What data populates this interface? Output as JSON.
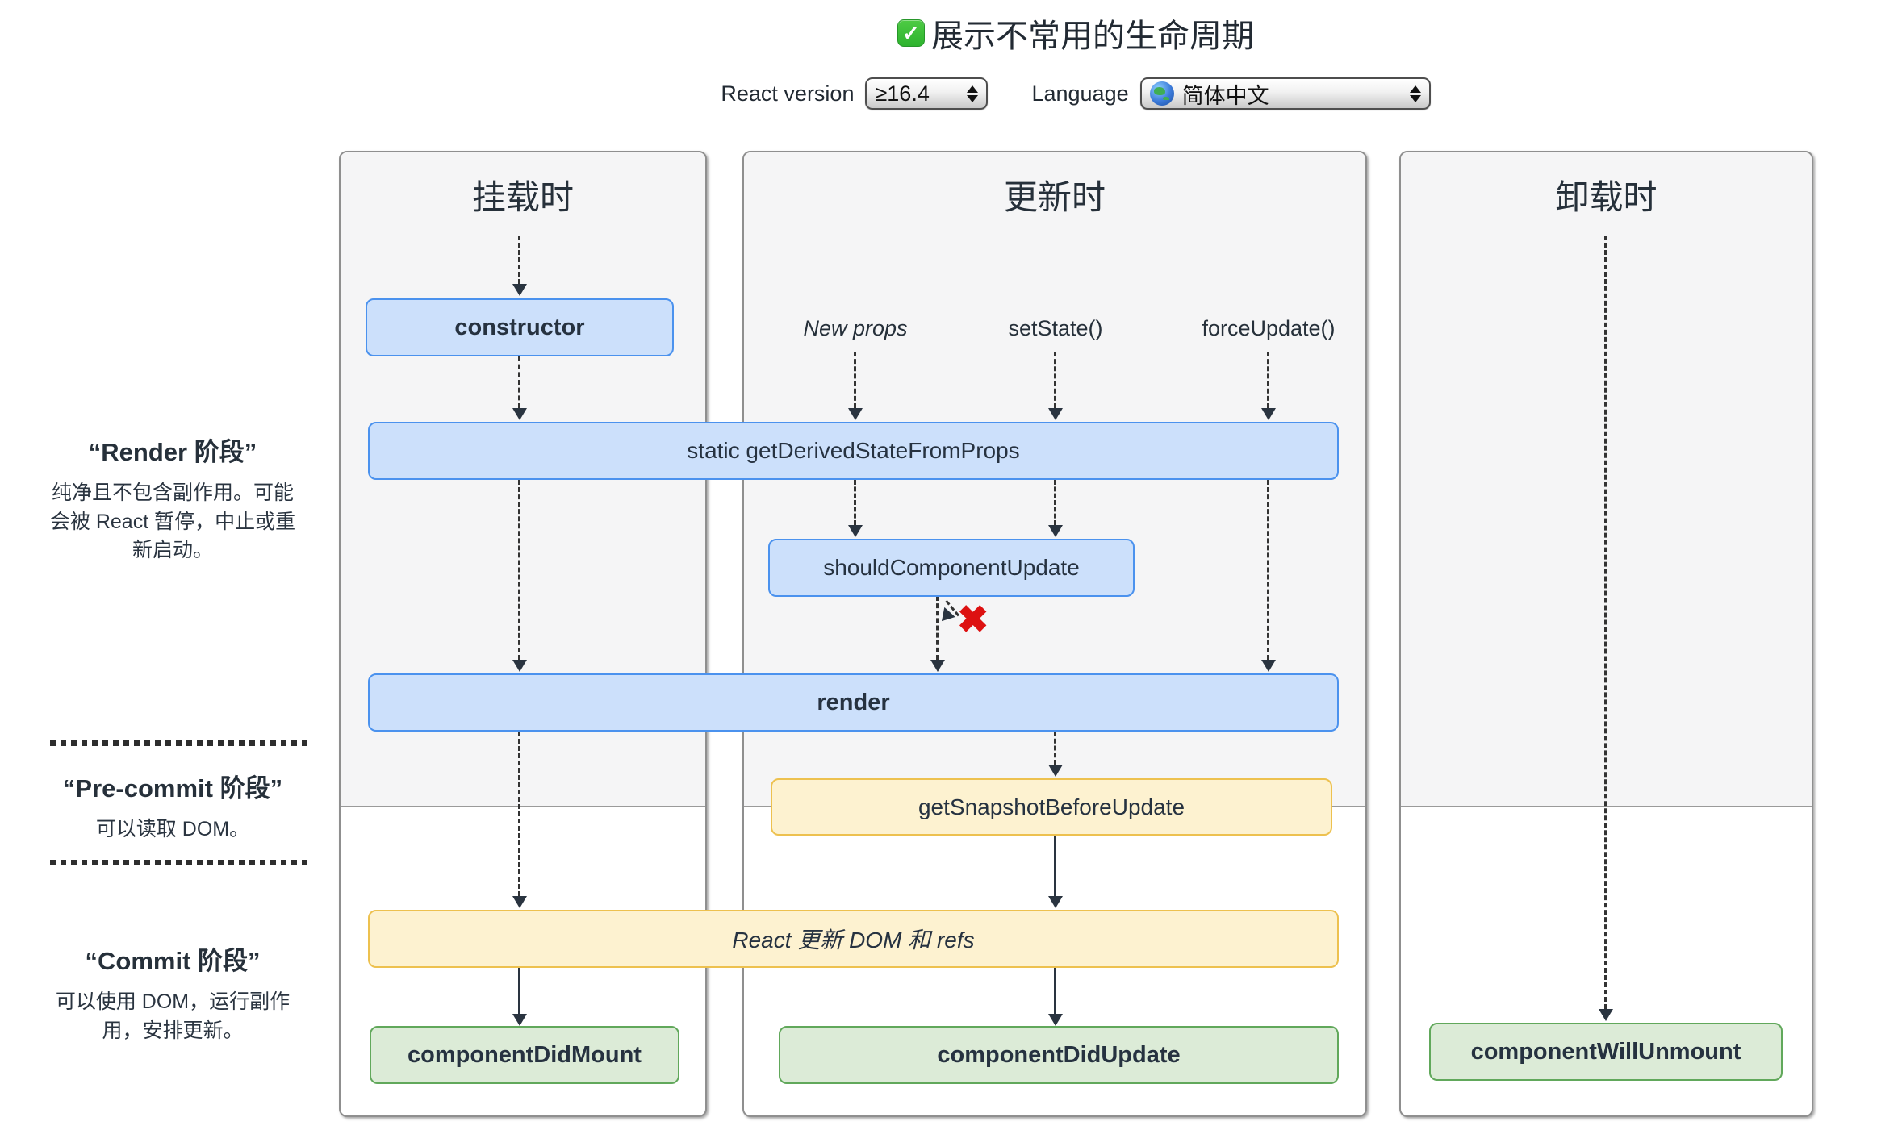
{
  "header": {
    "title": "展示不常用的生命周期",
    "react_version_label": "React version",
    "react_version_value": "≥16.4",
    "language_label": "Language",
    "language_value": "简体中文"
  },
  "phases": [
    {
      "title": "“Render 阶段”",
      "description": "纯净且不包含副作用。可能会被 React 暂停，中止或重新启动。"
    },
    {
      "title": "“Pre-commit 阶段”",
      "description": "可以读取 DOM。"
    },
    {
      "title": "“Commit 阶段”",
      "description": "可以使用 DOM，运行副作用，安排更新。"
    }
  ],
  "columns": [
    {
      "title": "挂载时"
    },
    {
      "title": "更新时"
    },
    {
      "title": "卸载时"
    }
  ],
  "triggers": [
    "New props",
    "setState()",
    "forceUpdate()"
  ],
  "boxes": {
    "constructor": "constructor",
    "get_derived_state_from_props": "static getDerivedStateFromProps",
    "should_component_update": "shouldComponentUpdate",
    "render": "render",
    "get_snapshot_before_update": "getSnapshotBeforeUpdate",
    "react_updates_dom": "React 更新 DOM 和 refs",
    "component_did_mount": "componentDidMount",
    "component_did_update": "componentDidUpdate",
    "component_will_unmount": "componentWillUnmount"
  },
  "icons": {
    "check": "✓",
    "red_x": "✖"
  },
  "colors": {
    "render_phase_box_fill": "#cce0fb",
    "render_phase_box_border": "#4b92ee",
    "precommit_box_fill": "#fdf2d0",
    "precommit_box_border": "#edc14f",
    "commit_box_fill": "#dcebd7",
    "commit_box_border": "#61a85b",
    "checkbox_green": "#3cc13c",
    "abort_x_red": "#dd1111"
  }
}
